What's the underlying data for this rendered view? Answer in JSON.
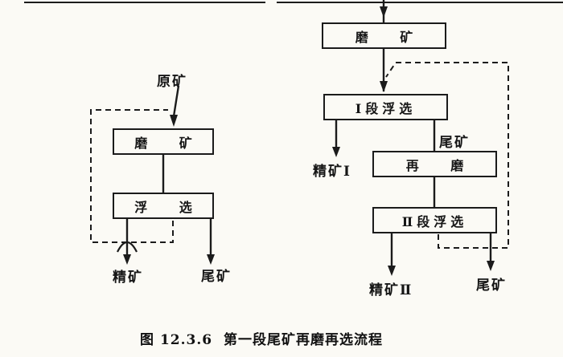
{
  "figure": {
    "caption": "图 12.3.6  第一段尾矿再磨再选流程"
  },
  "left_flow": {
    "feed_label": "原矿",
    "grind_box_label": "磨 矿",
    "flotation_box_label": "浮 选",
    "concentrate_label": "精矿",
    "tailings_label": "尾矿"
  },
  "right_flow": {
    "grind_box_label": "磨 矿",
    "stage1_flotation_box_label": "Ⅰ段浮选",
    "concentrate1_label": "精矿Ⅰ",
    "mid_tailings_label": "尾矿",
    "regrind_box_label": "再 磨",
    "stage2_flotation_box_label": "Ⅱ段浮选",
    "concentrate2_label": "精矿Ⅱ",
    "final_tailings_label": "尾矿"
  },
  "colors": {
    "ink": "#1b1b1b",
    "paper": "#fbfaf5"
  }
}
